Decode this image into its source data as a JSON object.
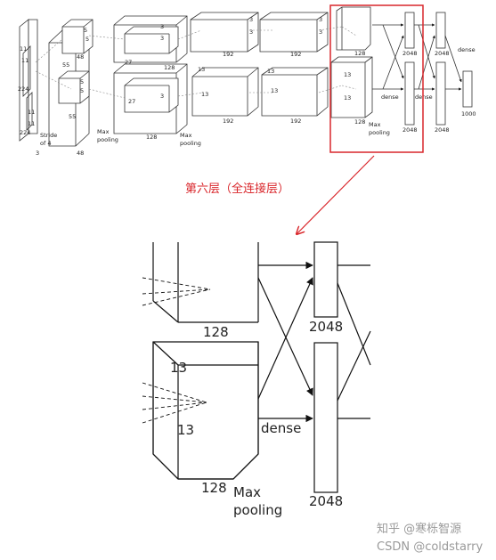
{
  "overview": {
    "input": {
      "dim_a": "224",
      "dim_b": "224",
      "channels": "3",
      "kernel_a": "11",
      "kernel_b": "11",
      "kernel_c": "11",
      "kernel_d": "11",
      "stride": "Stride",
      "stride_2": "of 4"
    },
    "conv1": {
      "a": "5",
      "b": "5",
      "c": "5",
      "d": "5",
      "depth_top": "48",
      "depth_bottom": "48",
      "size": "55",
      "size_2": "55",
      "pool": "Max",
      "pool_2": "pooling"
    },
    "conv2": {
      "a": "27",
      "b": "27",
      "c": "3",
      "d": "3",
      "e": "3",
      "depth": "128",
      "depth_top": "128",
      "pool": "Max",
      "pool_2": "pooling"
    },
    "conv3": {
      "a": "13",
      "b": "13",
      "c": "3",
      "d": "3",
      "depth": "192",
      "depth_top": "192"
    },
    "conv4": {
      "a": "13",
      "b": "13",
      "c": "3",
      "d": "3",
      "depth": "192",
      "depth_top": "192"
    },
    "conv5": {
      "a": "13",
      "b": "13",
      "depth": "128",
      "depth_top": "128",
      "pool": "Max",
      "pool_2": "pooling"
    },
    "fc": {
      "n6_top": "2048",
      "n6_bottom": "2048",
      "n7_top": "2048",
      "n7_bottom": "2048",
      "out": "1000",
      "dense_1": "dense",
      "dense_2": "dense",
      "dense_3": "dense"
    }
  },
  "caption": "第六层（全连接层）",
  "zoom": {
    "top_depth": "128",
    "fc_top": "2048",
    "fc_bottom": "2048",
    "cube_a": "13",
    "cube_b": "13",
    "cube_depth": "128",
    "dense": "dense",
    "pool_1": "Max",
    "pool_2": "pooling"
  },
  "watermark": {
    "zhihu": "知乎 @寒栎智源",
    "csdn": "CSDN @coldstarry"
  },
  "colors": {
    "highlight": "#d9262b",
    "line": "#222222"
  }
}
